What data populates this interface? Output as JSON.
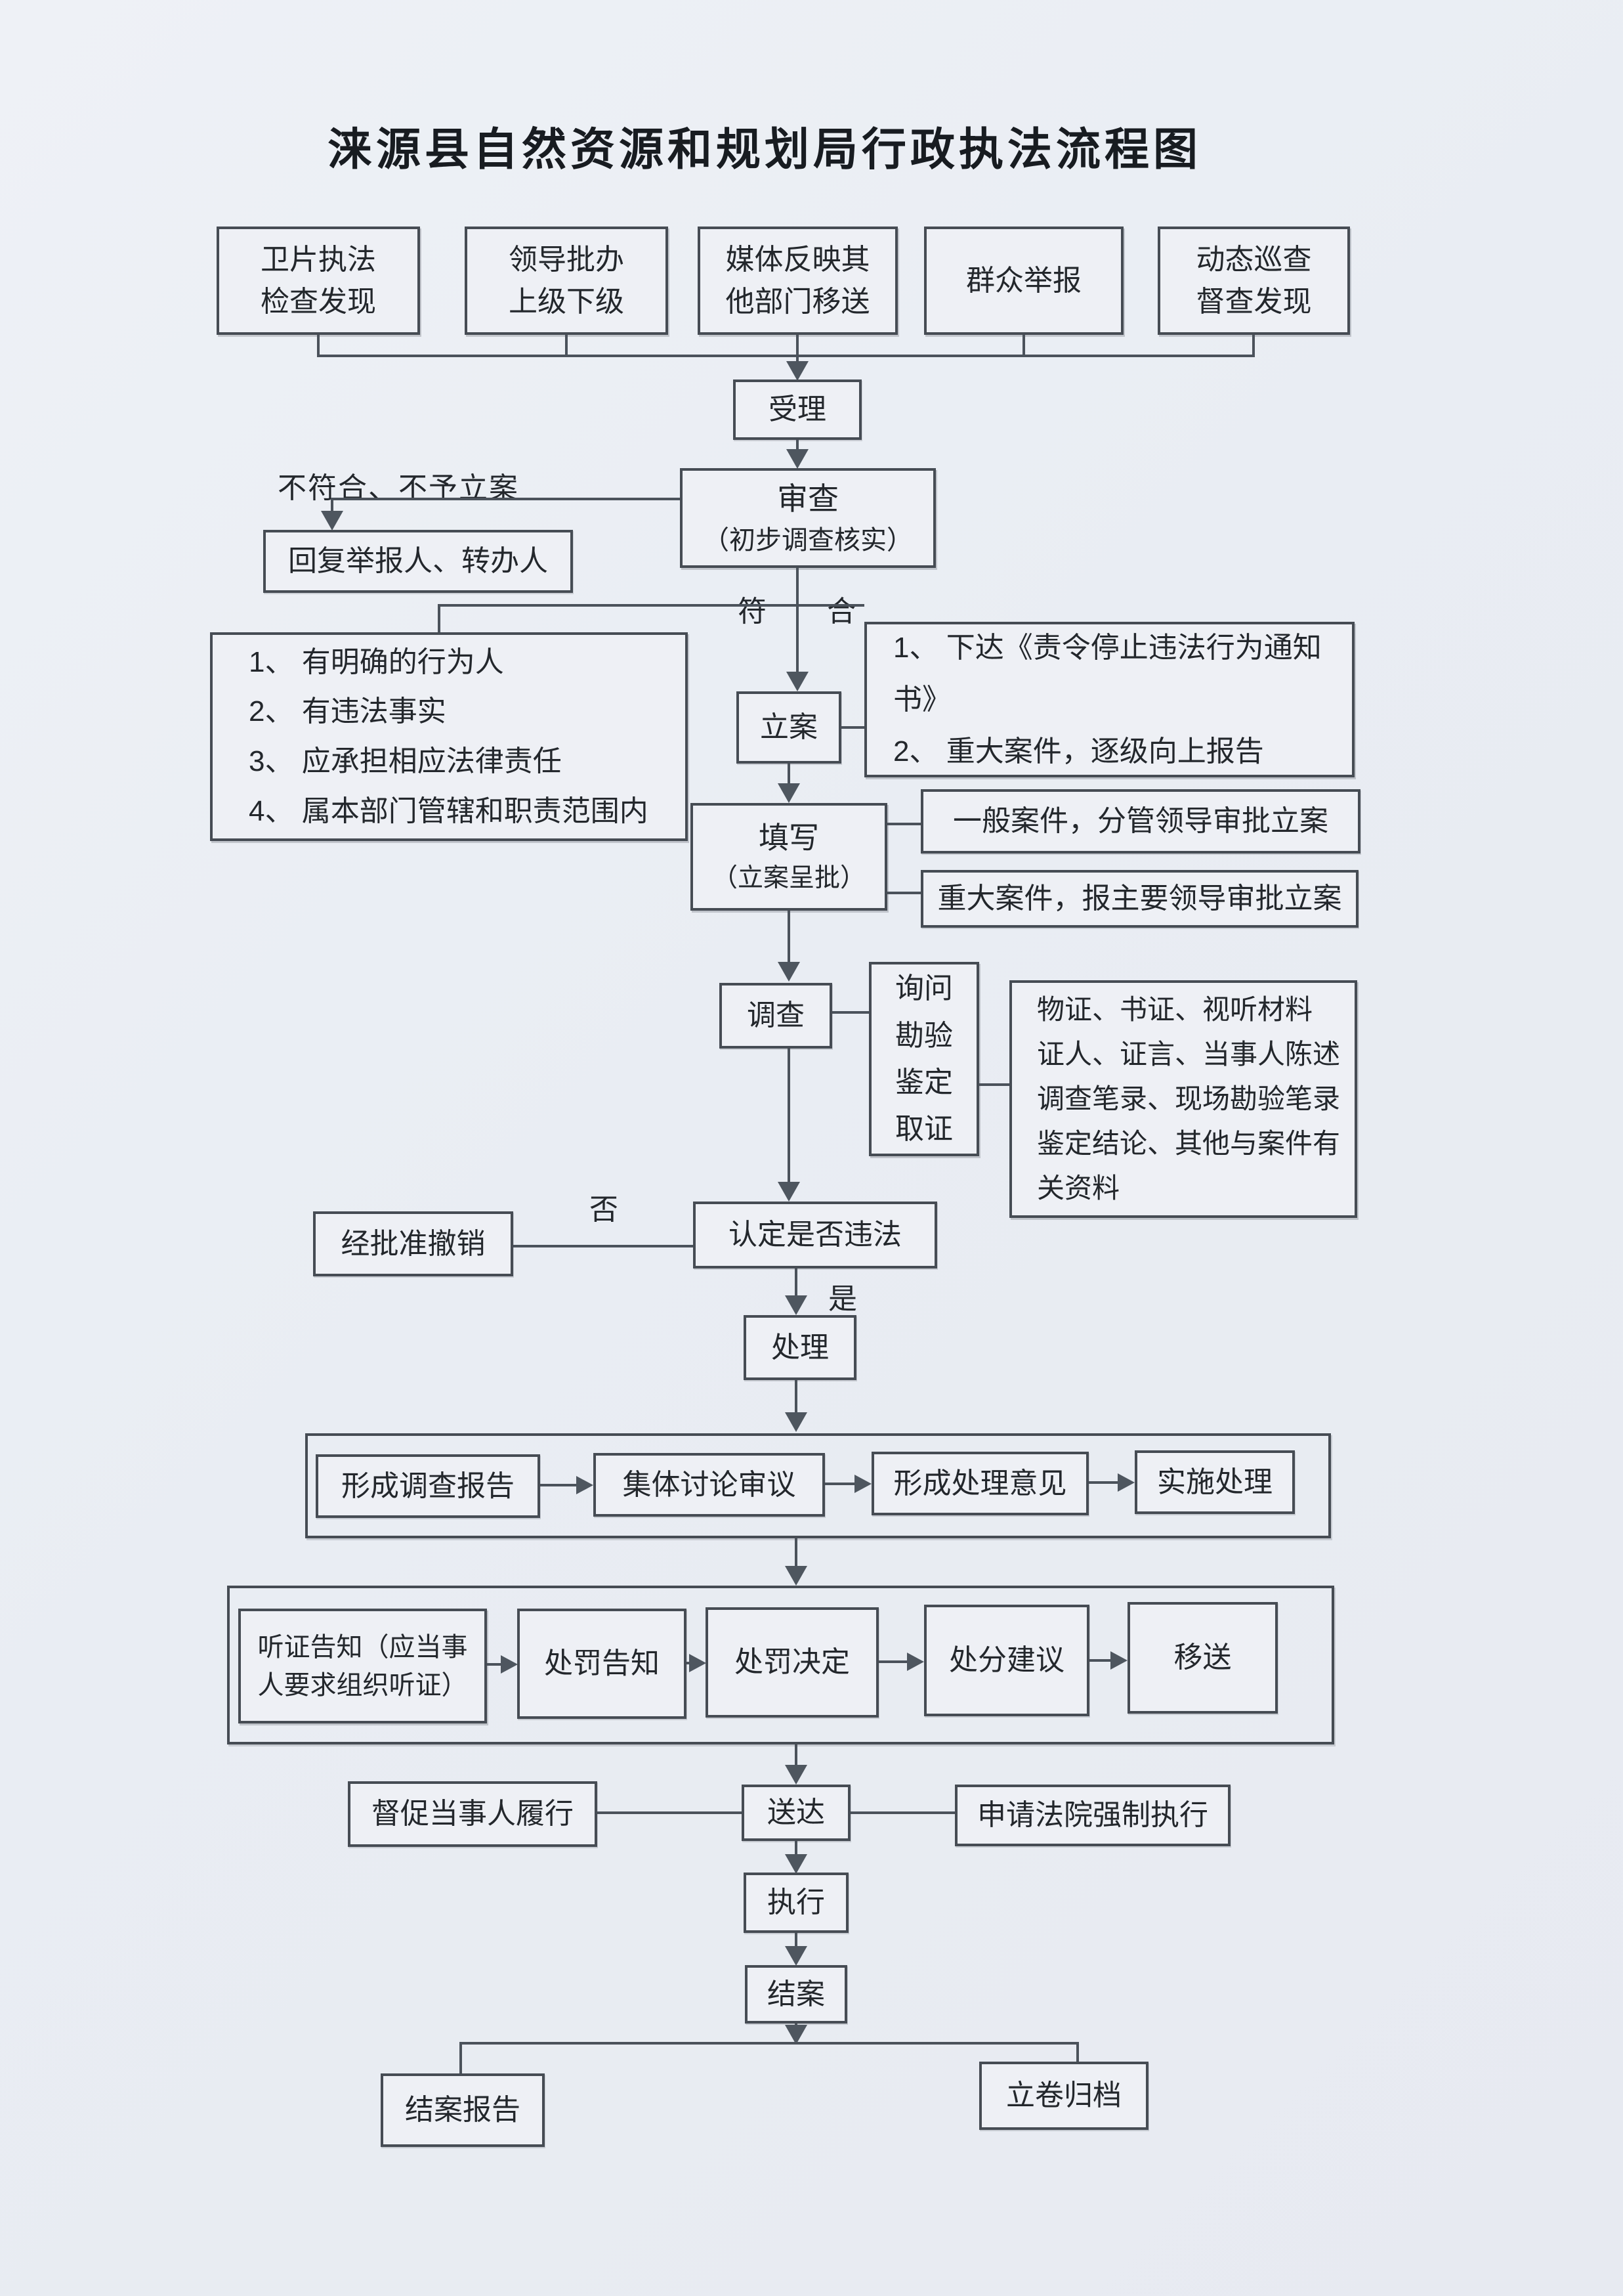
{
  "title": "涞源县自然资源和规划局行政执法流程图",
  "labels": {
    "not_match": "不符合、不予立案",
    "match": "符合",
    "no": "否",
    "yes": "是"
  },
  "nodes": {
    "source1": {
      "line1": "卫片执法",
      "line2": "检查发现"
    },
    "source2": {
      "line1": "领导批办",
      "line2": "上级下级"
    },
    "source3": {
      "line1": "媒体反映其",
      "line2": "他部门移送"
    },
    "source4": "群众举报",
    "source5": {
      "line1": "动态巡查",
      "line2": "督查发现"
    },
    "accept": "受理",
    "review": {
      "line1": "审查",
      "line2": "（初步调查核实）"
    },
    "reply": "回复举报人、转办人",
    "conditions": {
      "item1": "1、 有明确的行为人",
      "item2": "2、 有违法事实",
      "item3": "3、 应承担相应法律责任",
      "item4": "4、 属本部门管辖和职责范围内"
    },
    "file_case": "立案",
    "actions": {
      "item1": "1、 下达《责令停止违法行为通知书》",
      "item2": "2、 重大案件，逐级向上报告"
    },
    "fill": {
      "line1": "填写",
      "line2": "（立案呈批）"
    },
    "general_case": "一般案件，分管领导审批立案",
    "major_case": "重大案件，报主要领导审批立案",
    "investigate": "调查",
    "evidence_methods": {
      "m1": "询问",
      "m2": "勘验",
      "m3": "鉴定",
      "m4": "取证"
    },
    "evidence_items": {
      "row1": "物证、书证、视听材料",
      "row2": "证人、证言、当事人陈述",
      "row3": "调查笔录、现场勘验笔录",
      "row4": "鉴定结论、其他与案件有",
      "row5": "关资料"
    },
    "determine": "认定是否违法",
    "revoke": "经批准撤销",
    "handle": "处理",
    "report": "形成调查报告",
    "discuss": "集体讨论审议",
    "opinion": "形成处理意见",
    "implement": "实施处理",
    "hearing": {
      "line1": "听证告知（应当事",
      "line2": "人要求组织听证）"
    },
    "punish_notice": "处罚告知",
    "punish_decision": "处罚决定",
    "discipline": "处分建议",
    "transfer": "移送",
    "deliver": "送达",
    "urge": "督促当事人履行",
    "court": "申请法院强制执行",
    "execute": "执行",
    "close_case": "结案",
    "close_report": "结案报告",
    "archive": "立卷归档"
  }
}
